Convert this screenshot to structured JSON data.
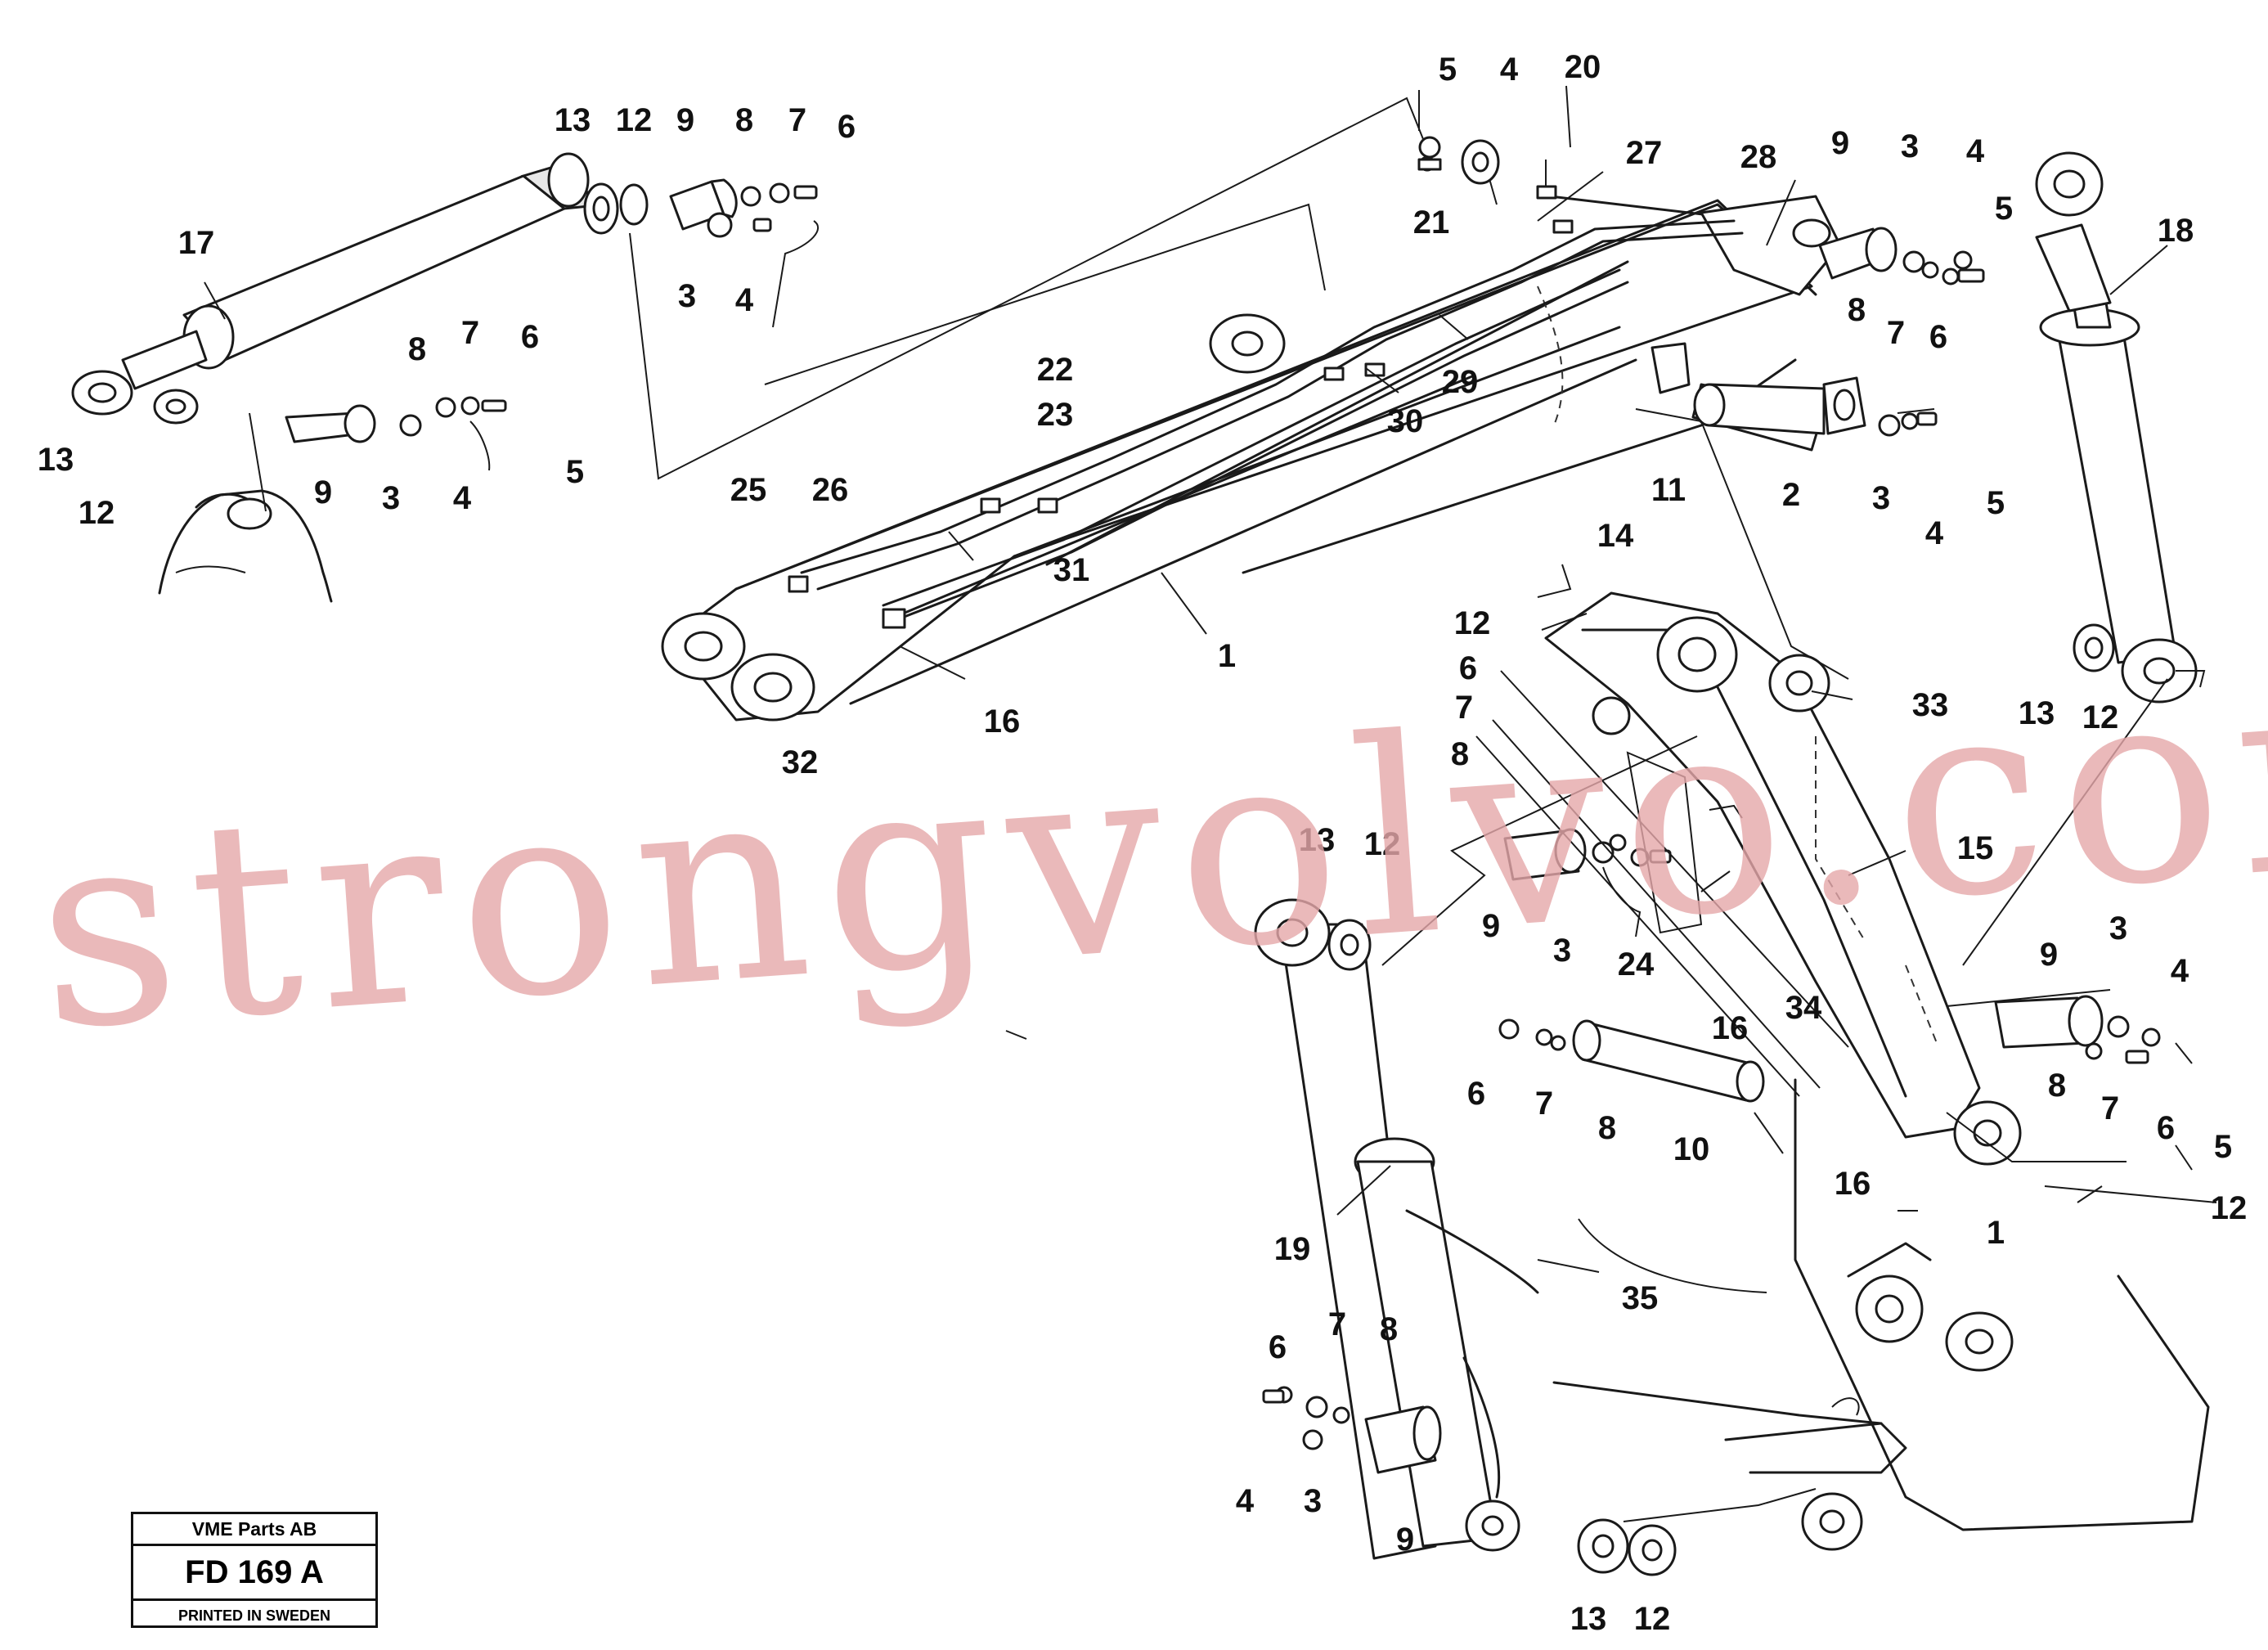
{
  "watermark": "strongvolvo.com",
  "title_block": {
    "company": "VME Parts AB",
    "drawing_code": "FD 169",
    "revision": "A",
    "printed": "PRINTED IN SWEDEN"
  },
  "callouts": {
    "c01": "5",
    "c02": "4",
    "c03": "20",
    "c04": "13",
    "c05": "12",
    "c06": "9",
    "c07": "8",
    "c08": "7",
    "c09": "6",
    "c10": "27",
    "c11": "28",
    "c12": "9",
    "c13": "3",
    "c14": "4",
    "c15": "5",
    "c16": "18",
    "c17": "17",
    "c18": "3",
    "c19": "4",
    "c20": "21",
    "c21": "8",
    "c22": "7",
    "c23": "6",
    "c24": "8",
    "c25": "7",
    "c26": "6",
    "c27": "22",
    "c28": "23",
    "c29": "29",
    "c30": "30",
    "c31": "13",
    "c32": "12",
    "c33": "9",
    "c34": "3",
    "c35": "4",
    "c36": "5",
    "c37": "25",
    "c38": "26",
    "c39": "11",
    "c40": "2",
    "c41": "3",
    "c42": "5",
    "c43": "4",
    "c44": "31",
    "c45": "14",
    "c46": "1",
    "c47": "12",
    "c48": "16",
    "c49": "32",
    "c50": "6",
    "c51": "33",
    "c52": "13",
    "c53": "12",
    "c54": "7",
    "c55": "8",
    "c56": "15",
    "c57": "13",
    "c58": "12",
    "c59": "9",
    "c60": "3",
    "c61": "24",
    "c62": "3",
    "c63": "9",
    "c64": "4",
    "c65": "34",
    "c66": "16",
    "c67": "6",
    "c68": "7",
    "c69": "8",
    "c70": "10",
    "c71": "8",
    "c72": "7",
    "c73": "6",
    "c74": "5",
    "c75": "16",
    "c76": "12",
    "c77": "1",
    "c78": "19",
    "c79": "35",
    "c80": "6",
    "c81": "7",
    "c82": "8",
    "c83": "4",
    "c84": "3",
    "c85": "9",
    "c86": "13",
    "c87": "12"
  }
}
